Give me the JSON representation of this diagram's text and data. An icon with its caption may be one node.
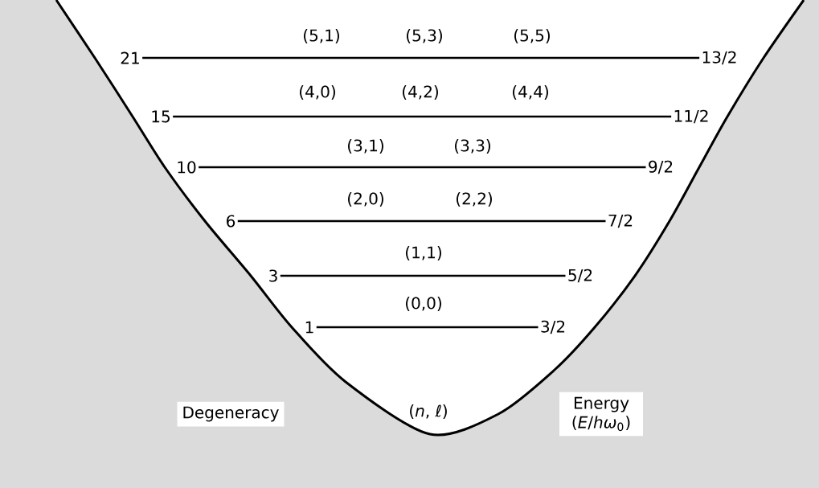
{
  "diagram": {
    "nodes": [
      {
        "text": [
          "21"
        ]
      },
      {
        "text": [
          "13/2"
        ]
      },
      {
        "text": [
          "15"
        ]
      },
      {
        "text": [
          "11/2"
        ]
      },
      {
        "text": [
          "10"
        ]
      },
      {
        "text": [
          "9/2"
        ]
      },
      {
        "text": [
          "6"
        ]
      },
      {
        "text": [
          "7/2"
        ]
      },
      {
        "text": [
          "3"
        ]
      },
      {
        "text": [
          "5/2"
        ]
      },
      {
        "text": [
          "1"
        ]
      },
      {
        "text": [
          "3/2"
        ]
      }
    ],
    "edges": [
      {
        "from": 0,
        "to": 1,
        "arrow": "none"
      },
      {
        "from": 2,
        "to": 3,
        "arrow": "none"
      },
      {
        "from": 4,
        "to": 5,
        "arrow": "none"
      },
      {
        "from": 6,
        "to": 7,
        "arrow": "none"
      },
      {
        "from": 8,
        "to": 9,
        "arrow": "none"
      },
      {
        "from": 10,
        "to": 11,
        "arrow": "none"
      }
    ],
    "labels": [
      "(5,1)",
      "(5,3)",
      "(5,5)",
      "(4,0)",
      "(4,2)",
      "(4,4)",
      "(3,1)",
      "(3,3)",
      "(2,0)",
      "(2,2)",
      "(1,1)",
      "(0,0)",
      "Degeneracy",
      "(*n*, *ℓ*)",
      "Energy (*E*/*hω*$_{0}$)"
    ]
  }
}
